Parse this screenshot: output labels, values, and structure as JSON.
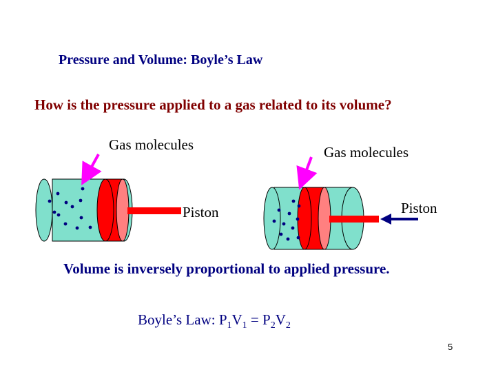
{
  "title": "Pressure and Volume:  Boyle’s Law",
  "question": "How is the pressure applied to a gas related to its volume?",
  "labels": {
    "gas_molecules_1": "Gas molecules",
    "gas_molecules_2": "Gas molecules",
    "piston_1": "Piston",
    "piston_2": "Piston"
  },
  "statement": "Volume is inversely proportional to applied pressure.",
  "law": {
    "prefix": "Boyle’s Law:  P",
    "s1": "1",
    "v1": "V",
    "s2": "1",
    "eq": " = P",
    "s3": "2",
    "v2": "V",
    "s4": "2"
  },
  "page_number": "5",
  "colors": {
    "gas": "#80e0cc",
    "piston": "#ff0000",
    "piston_face": "#ff8080",
    "molecule": "#000080",
    "pointer_arrow": "#ff00ff",
    "force_arrow": "#000080",
    "title": "#000080",
    "question": "#800000"
  }
}
